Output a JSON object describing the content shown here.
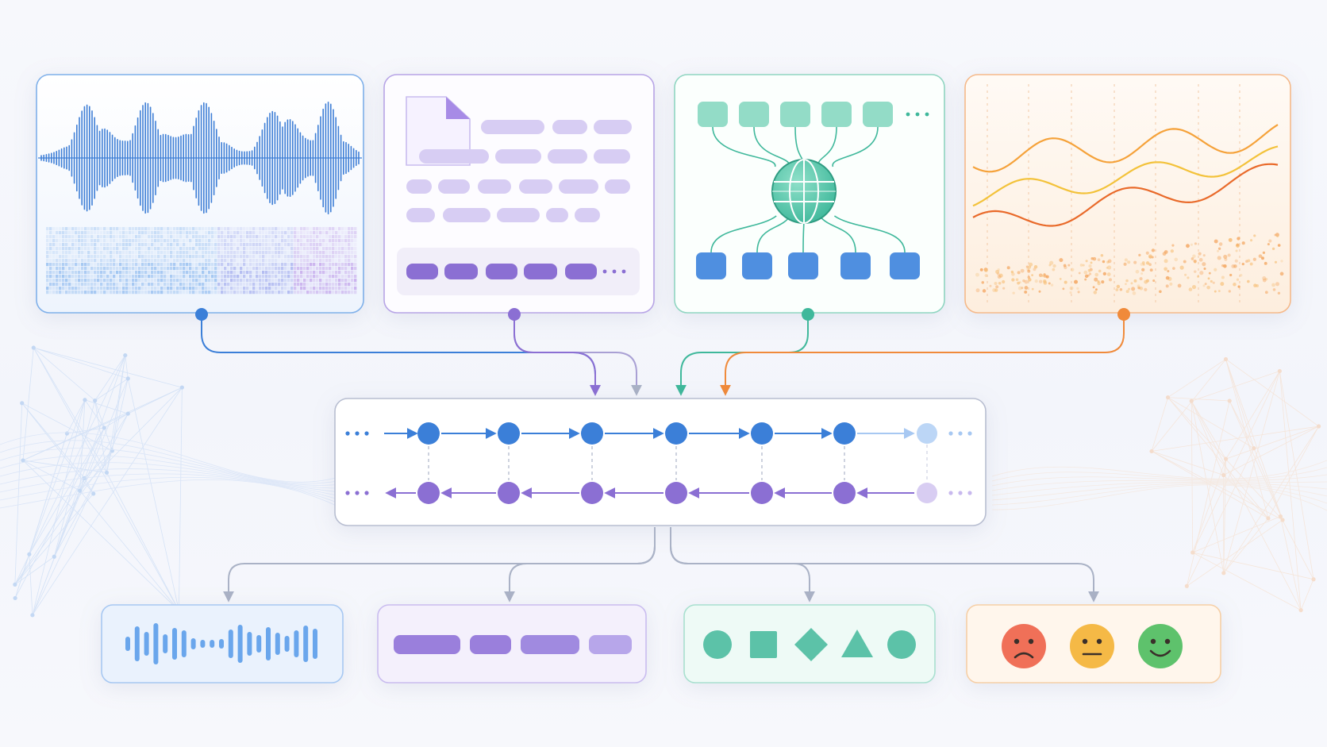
{
  "title": "",
  "colors": {
    "audio": "#3f7fd6",
    "audio_accent": "#9b6ee0",
    "text": "#8b6fd3",
    "text_pill": "#d7cdf3",
    "graph": "#3fb89b",
    "graph_node": "#93dcc7",
    "graph_leaf": "#4f8fe0",
    "time": "#f08a3a",
    "time_line_a": "#f5a23a",
    "time_line_b": "#f3c23a",
    "time_line_c": "#e96a2a",
    "core_forward": "#3b7fd8",
    "core_backward": "#8b6fd3",
    "core_border": "#b8bed1",
    "connector": "#aab2c6",
    "out_audio": "#6aa6ec",
    "out_text": "#9a7fdc",
    "out_shapes": "#5cc2a8",
    "sad": "#f07058",
    "neutral": "#f5b946",
    "happy": "#5ec26c"
  },
  "icons": {
    "document": "document-icon",
    "globe": "globe-icon",
    "circle": "circle-shape-icon",
    "square": "square-shape-icon",
    "diamond": "diamond-shape-icon",
    "triangle": "triangle-shape-icon",
    "sad": "sad-face-icon",
    "neutral": "neutral-face-icon",
    "happy": "happy-face-icon"
  },
  "core": {
    "forward_nodes": 6,
    "backward_nodes": 6,
    "faded_nodes": 1
  },
  "outputs": {
    "shapes": [
      "circle",
      "square",
      "diamond",
      "triangle",
      "circle"
    ],
    "faces": [
      "sad",
      "neutral",
      "happy"
    ]
  }
}
